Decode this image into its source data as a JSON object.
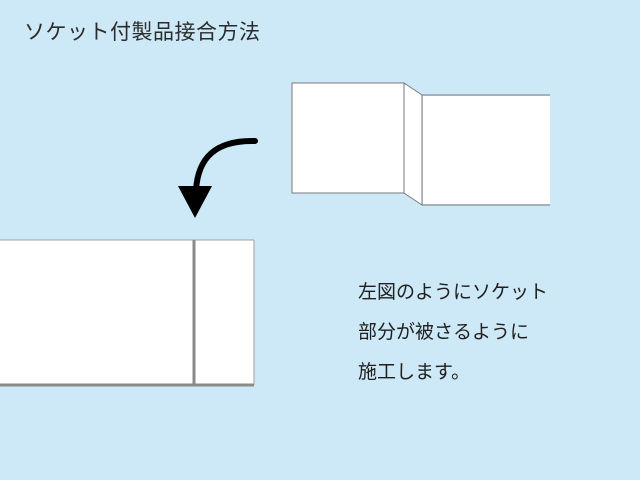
{
  "title": "ソケット付製品接合方法",
  "description": {
    "lines": [
      "左図のようにソケット",
      "部分が被さるように",
      "施工します。"
    ]
  },
  "colors": {
    "background": "#cde8f6",
    "pipe_fill": "#ffffff",
    "pipe_stroke": "#888888",
    "arrow": "#000000"
  }
}
